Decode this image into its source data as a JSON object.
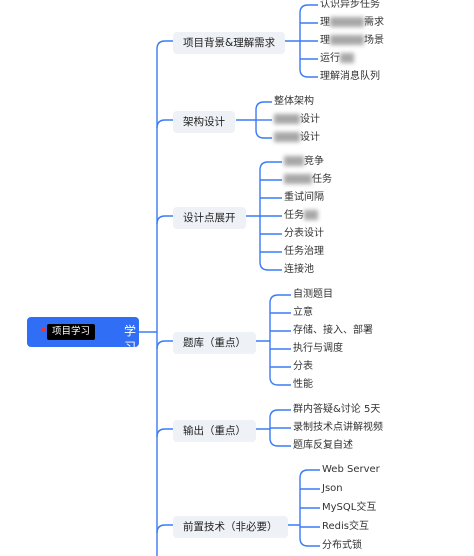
{
  "root": {
    "tag": "项目学习",
    "label": "学习"
  },
  "branches": [
    {
      "label": "项目背景&理解需求",
      "items": [
        "认识异步任务",
        "理解...需求",
        "理解...场景",
        "运行...",
        "理解消息队列"
      ]
    },
    {
      "label": "架构设计",
      "items": [
        "整体架构",
        "...设计",
        "...设计"
      ]
    },
    {
      "label": "设计点展开",
      "items": [
        "...竞争",
        "...任务",
        "重试间隔",
        "任务...",
        "分表设计",
        "任务治理",
        "连接池"
      ]
    },
    {
      "label": "题库（重点）",
      "items": [
        "自测题目",
        "立意",
        "存储、接入、部署",
        "执行与调度",
        "分表",
        "性能"
      ]
    },
    {
      "label": "输出（重点）",
      "items": [
        "群内答疑&讨论 5天",
        "录制技术点讲解视频",
        "题库反复自述"
      ]
    },
    {
      "label": "前置技术（非必要）",
      "items": [
        "Web Server",
        "Json",
        "MySQL交互",
        "Redis交互",
        "分布式锁"
      ]
    }
  ]
}
